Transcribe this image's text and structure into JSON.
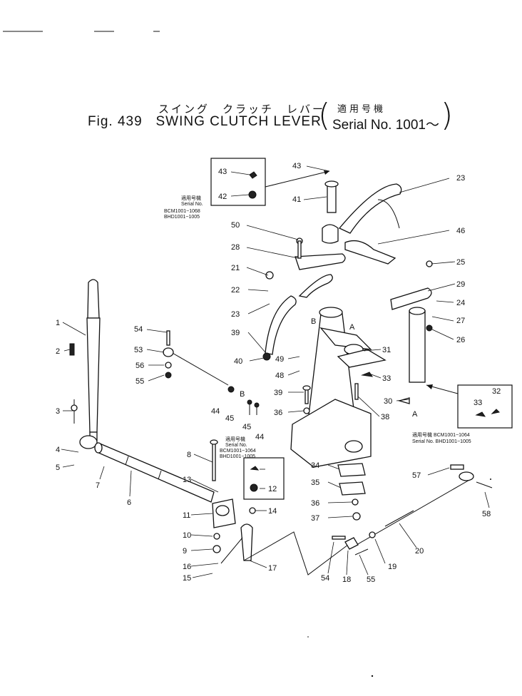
{
  "title": {
    "jp_line": "スイング　クラッチ　レバー",
    "fig": "Fig. 439",
    "name": "SWING CLUTCH LEVER",
    "applic_jp": "適用号機",
    "serial": "Serial No. 1001～"
  },
  "insets": {
    "a": {
      "jp": "適用号機",
      "serial_label": "Serial No.",
      "line1": "BCM1001~1068",
      "line2": "BHD1001~1005"
    },
    "b": {
      "jp": "適用号機",
      "serial_label": "Serial No.",
      "line1": "BCM1001~1064",
      "line2": "BHD1001~1005"
    },
    "c": {
      "text": "適用号機 BCM1001~1064",
      "line2": "Serial No. BHD1001~1005"
    }
  },
  "view_markers": [
    "A",
    "B",
    "A",
    "B"
  ],
  "callouts": [
    "43",
    "42",
    "43",
    "41",
    "23",
    "46",
    "50",
    "28",
    "25",
    "21",
    "29",
    "22",
    "24",
    "23",
    "27",
    "26",
    "31",
    "39",
    "40",
    "49",
    "48",
    "33",
    "54",
    "53",
    "56",
    "55",
    "44",
    "45",
    "45",
    "44",
    "39",
    "36",
    "30",
    "32",
    "33",
    "38",
    "1",
    "2",
    "3",
    "4",
    "5",
    "7",
    "6",
    "8",
    "13",
    "12",
    "11",
    "10",
    "9",
    "16",
    "15",
    "14",
    "17",
    "34",
    "35",
    "36",
    "37",
    "57",
    "58",
    "20",
    "19",
    "54",
    "18",
    "55"
  ]
}
